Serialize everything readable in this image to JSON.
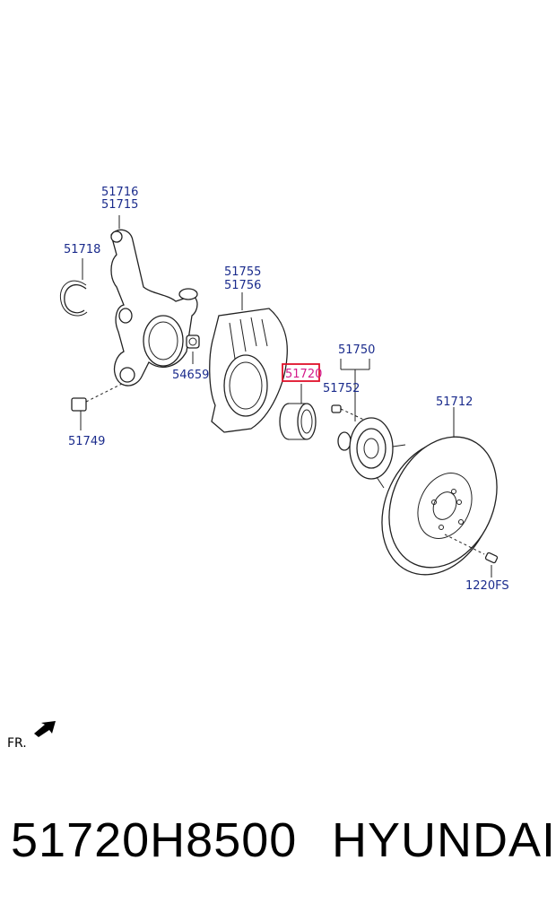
{
  "labels": {
    "l51716": "51716",
    "l51715": "51715",
    "l51718": "51718",
    "l51755": "51755",
    "l51756": "51756",
    "l54659": "54659",
    "l51720": "51720",
    "l51750": "51750",
    "l51752": "51752",
    "l51712": "51712",
    "l51749": "51749",
    "l1220FS": "1220FS"
  },
  "direction_marker": "FR.",
  "highlighted_part": "51720",
  "colors": {
    "label": "#1a2b8c",
    "highlight": "#d41b8c",
    "highlight_box": "#e0102a"
  },
  "footer": {
    "part_number": "51720H8500",
    "brand": "HYUNDAI"
  }
}
